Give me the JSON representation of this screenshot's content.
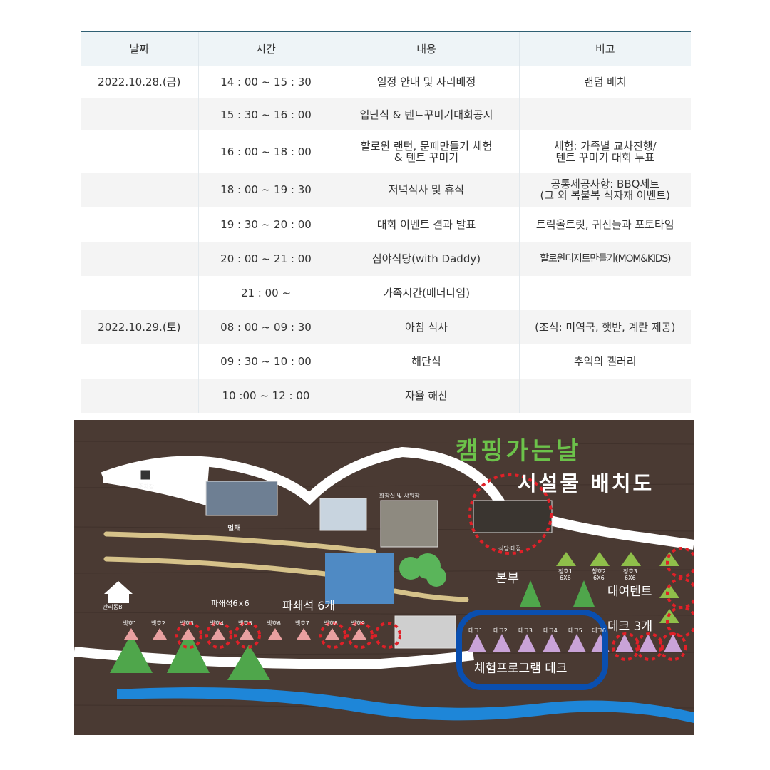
{
  "table": {
    "headers": [
      "날짜",
      "시간",
      "내용",
      "비고"
    ],
    "rows": [
      {
        "date": "2022.10.28.(금)",
        "time": "14 : 00 ~ 15 : 30",
        "content": "일정 안내 및 자리배정",
        "note": "랜덤 배치"
      },
      {
        "date": "",
        "time": "15 : 30 ~ 16 : 00",
        "content": "입단식 & 텐트꾸미기대회공지",
        "note": ""
      },
      {
        "date": "",
        "time": "16 : 00 ~ 18 : 00",
        "content": "할로윈 랜턴, 문패만들기 체험\n& 텐트 꾸미기",
        "note": "체험: 가족별 교차진행/\n텐트 꾸미기 대회 투표"
      },
      {
        "date": "",
        "time": "18 : 00 ~ 19 : 30",
        "content": "저녁식사 및 휴식",
        "note": "공통제공사항: BBQ세트\n(그 외 복불복 식자재 이벤트)"
      },
      {
        "date": "",
        "time": "19 : 30 ~ 20 : 00",
        "content": "대회 이벤트 결과 발표",
        "note": "트릭올트릿, 귀신들과 포토타임"
      },
      {
        "date": "",
        "time": "20 : 00 ~ 21 : 00",
        "content": "심야식당(with Daddy)",
        "note": "할로윈디저트만들기(MOM&KIDS)"
      },
      {
        "date": "",
        "time": "21 : 00 ~",
        "content": "가족시간(매너타임)",
        "note": ""
      },
      {
        "date": "2022.10.29.(토)",
        "time": "08 : 00 ~ 09 : 30",
        "content": "아침 식사",
        "note": "(조식: 미역국, 햇반, 계란 제공)"
      },
      {
        "date": "",
        "time": "09 : 30 ~ 10 : 00",
        "content": "해단식",
        "note": "추억의 갤러리"
      },
      {
        "date": "",
        "time": "10 :00  ~ 12 : 00",
        "content": "자율 해산",
        "note": ""
      }
    ]
  },
  "map": {
    "title": "캠핑가는날",
    "subtitle": "시설물 배치도",
    "parking_label": "주차장",
    "annex_label": "별채",
    "restroom_label": "화장실 및 샤워장",
    "management_label": "관리동B",
    "cafeteria_label": "식당·매점",
    "pasaeseok_label": "파쇄석6×6",
    "baekho_sites": [
      "백호1",
      "백호2",
      "백호3",
      "백호4",
      "백호5",
      "백호6",
      "백호7",
      "백호8",
      "백호9"
    ],
    "cheongho_sites": [
      "청호1",
      "청호2",
      "청호3"
    ],
    "cheongho_size": "6X6",
    "deck_sites": [
      "데크1",
      "데크2",
      "데크3",
      "데크4",
      "데크5",
      "데크6"
    ],
    "annotations": {
      "hq": "본부",
      "rental_tent": "대여텐트",
      "pasaeseok": "파쇄석 6개",
      "deck3": "데크 3개",
      "program_deck": "체험프로그램 데크"
    }
  },
  "colors": {
    "header_bg": "#eef4f7",
    "header_border": "#2f5f73",
    "alt_row_bg": "#f4f4f4",
    "map_bg": "#4a3a33",
    "title_green": "#6cc24a",
    "circle_red": "#e02028",
    "box_blue": "#0a4fb0",
    "river_blue": "#1e86d8"
  }
}
